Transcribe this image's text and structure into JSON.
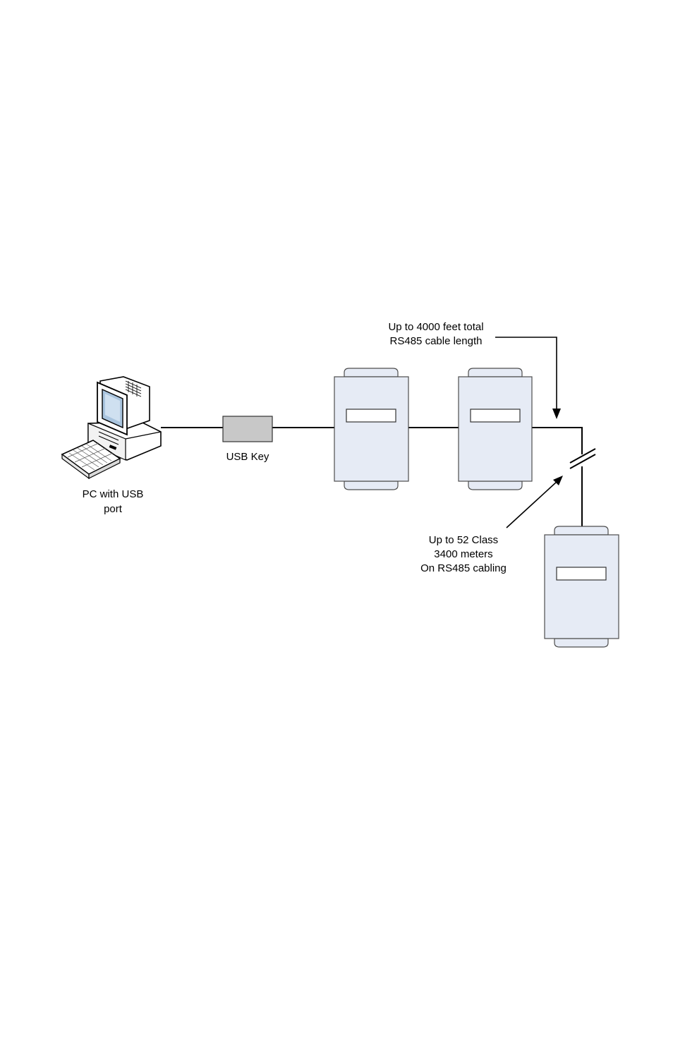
{
  "labels": {
    "pc_line1": "PC with USB",
    "pc_line2": "port",
    "usb_key": "USB Key",
    "cable_line1": "Up to 4000 feet total",
    "cable_line2": "RS485 cable length",
    "meters_line1": "Up to 52 Class",
    "meters_line2": "3400 meters",
    "meters_line3": "On RS485 cabling"
  },
  "colors": {
    "meter_fill": "#e6ebf5",
    "meter_stroke": "#4d4d4d",
    "usb_fill": "#c8c8c8",
    "line": "#000000"
  },
  "icons": {
    "pc": "desktop-computer-icon"
  }
}
